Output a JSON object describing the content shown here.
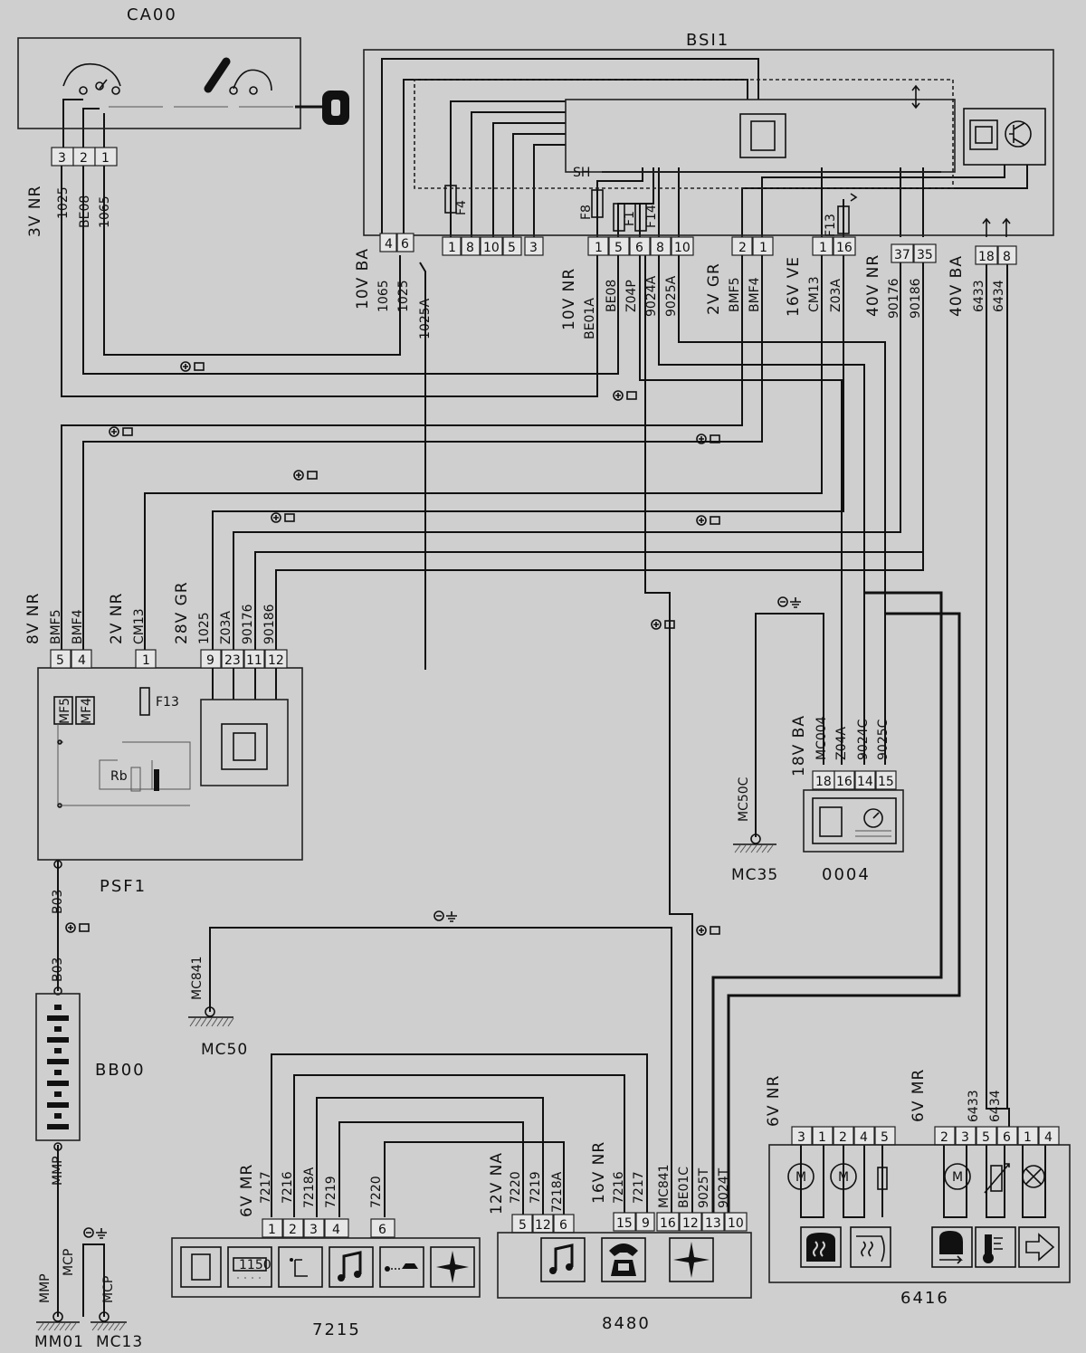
{
  "components": {
    "ignition_switch": "CA00",
    "bsi": "BSI1",
    "fusebox": "PSF1",
    "battery": "BB00",
    "instrument": "0004",
    "radio": "7215",
    "telematics": "8480",
    "clim_panel": "6416"
  },
  "grounds": {
    "mc35": "MC35",
    "mc50": "MC50",
    "mm01": "MM01",
    "mc13": "MC13"
  },
  "ground_wires": {
    "mc50c": "MC50C",
    "mc841": "MC841",
    "mmp_top": "MMP",
    "mmp_bottom": "MMP",
    "mcp_a": "MCP",
    "mcp_b": "MCP",
    "b03_top": "B03",
    "b03_bottom": "B03"
  },
  "ca00": {
    "connector": "3V NR",
    "pins": [
      "3",
      "2",
      "1"
    ],
    "wires": [
      "1025",
      "BE08",
      "1065"
    ]
  },
  "bsi_left": {
    "connector": "10V BA",
    "pins": [
      "4",
      "6",
      "1",
      "8",
      "10",
      "5",
      "3"
    ],
    "wires": [
      "1065",
      "1025",
      "1025A"
    ]
  },
  "bsi_conn_a": {
    "connector": "10V NR",
    "pins": [
      "1",
      "5",
      "6",
      "8",
      "10"
    ],
    "wires": [
      "BE01A",
      "BE08",
      "Z04P",
      "9024A",
      "9025A"
    ]
  },
  "bsi_conn_b": {
    "connector": "2V GR",
    "pins": [
      "2",
      "1"
    ],
    "wires": [
      "BMF5",
      "BMF4"
    ]
  },
  "bsi_conn_c": {
    "connector": "16V VE",
    "pins": [
      "1",
      "16"
    ],
    "wires": [
      "CM13",
      "Z03A"
    ]
  },
  "bsi_conn_d": {
    "connector": "40V NR",
    "pins": [
      "37",
      "35"
    ],
    "wires": [
      "90176",
      "90186"
    ]
  },
  "bsi_conn_e": {
    "connector": "40V BA",
    "pins": [
      "18",
      "8"
    ],
    "wires": [
      "6433",
      "6434"
    ]
  },
  "bsi_fuses": {
    "f4": "F4",
    "f8": "F8",
    "f1": "F1",
    "f14": "F14",
    "f13": "F13",
    "sh": "SH"
  },
  "psf_a": {
    "connector": "8V NR",
    "pins": [
      "5",
      "4"
    ],
    "wires": [
      "BMF5",
      "BMF4"
    ]
  },
  "psf_b": {
    "connector": "2V NR",
    "pins": [
      "1"
    ],
    "wires": [
      "CM13"
    ]
  },
  "psf_c": {
    "connector": "28V GR",
    "pins": [
      "9",
      "23",
      "11",
      "12"
    ],
    "wires": [
      "1025",
      "Z03A",
      "90176",
      "90186"
    ]
  },
  "psf_fuses": {
    "f13": "F13",
    "mf5": "MF5",
    "mf4": "MF4",
    "rb": "Rb"
  },
  "instrument": {
    "connector": "18V BA",
    "pins": [
      "18",
      "16",
      "14",
      "15"
    ],
    "wires": [
      "MC004",
      "Z04A",
      "9024C",
      "9025C"
    ]
  },
  "radio": {
    "connector": "6V MR",
    "pins": [
      "1",
      "2",
      "3",
      "4",
      "6"
    ],
    "wires": [
      "7217",
      "7216",
      "7218A",
      "7219",
      "7220"
    ],
    "display": "1150"
  },
  "telematics_a": {
    "connector": "12V NA",
    "pins": [
      "5",
      "12",
      "6"
    ],
    "wires": [
      "7220",
      "7219",
      "7218A"
    ]
  },
  "telematics_b": {
    "connector": "16V NR",
    "pins": [
      "15",
      "9",
      "16",
      "12",
      "13",
      "10"
    ],
    "wires": [
      "7216",
      "7217",
      "MC841",
      "BE01C",
      "9025T",
      "9024T"
    ]
  },
  "clim_a": {
    "connector": "6V NR",
    "pins": [
      "3",
      "1",
      "2",
      "4",
      "5"
    ]
  },
  "clim_b": {
    "connector": "6V MR",
    "pins": [
      "2",
      "3",
      "5",
      "6",
      "1",
      "4"
    ],
    "wires": [
      "6433",
      "6434"
    ]
  }
}
